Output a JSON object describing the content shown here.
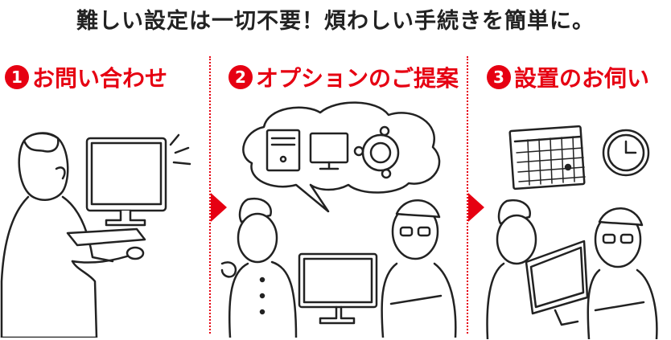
{
  "headline": "難しい設定は一切不要！煩わしい手続きを簡単に。",
  "steps": [
    {
      "number": "1",
      "label": "お問い合わせ"
    },
    {
      "number": "2",
      "label": "オプションのご提案"
    },
    {
      "number": "3",
      "label": "設置のお伺い"
    }
  ],
  "colors": {
    "accent": "#e60012",
    "ink": "#222222",
    "background": "#ffffff"
  },
  "icons": [
    "monitor-icon",
    "pc-tower-icon",
    "gear-icon",
    "calendar-icon",
    "clock-icon",
    "arrow-right-icon"
  ]
}
